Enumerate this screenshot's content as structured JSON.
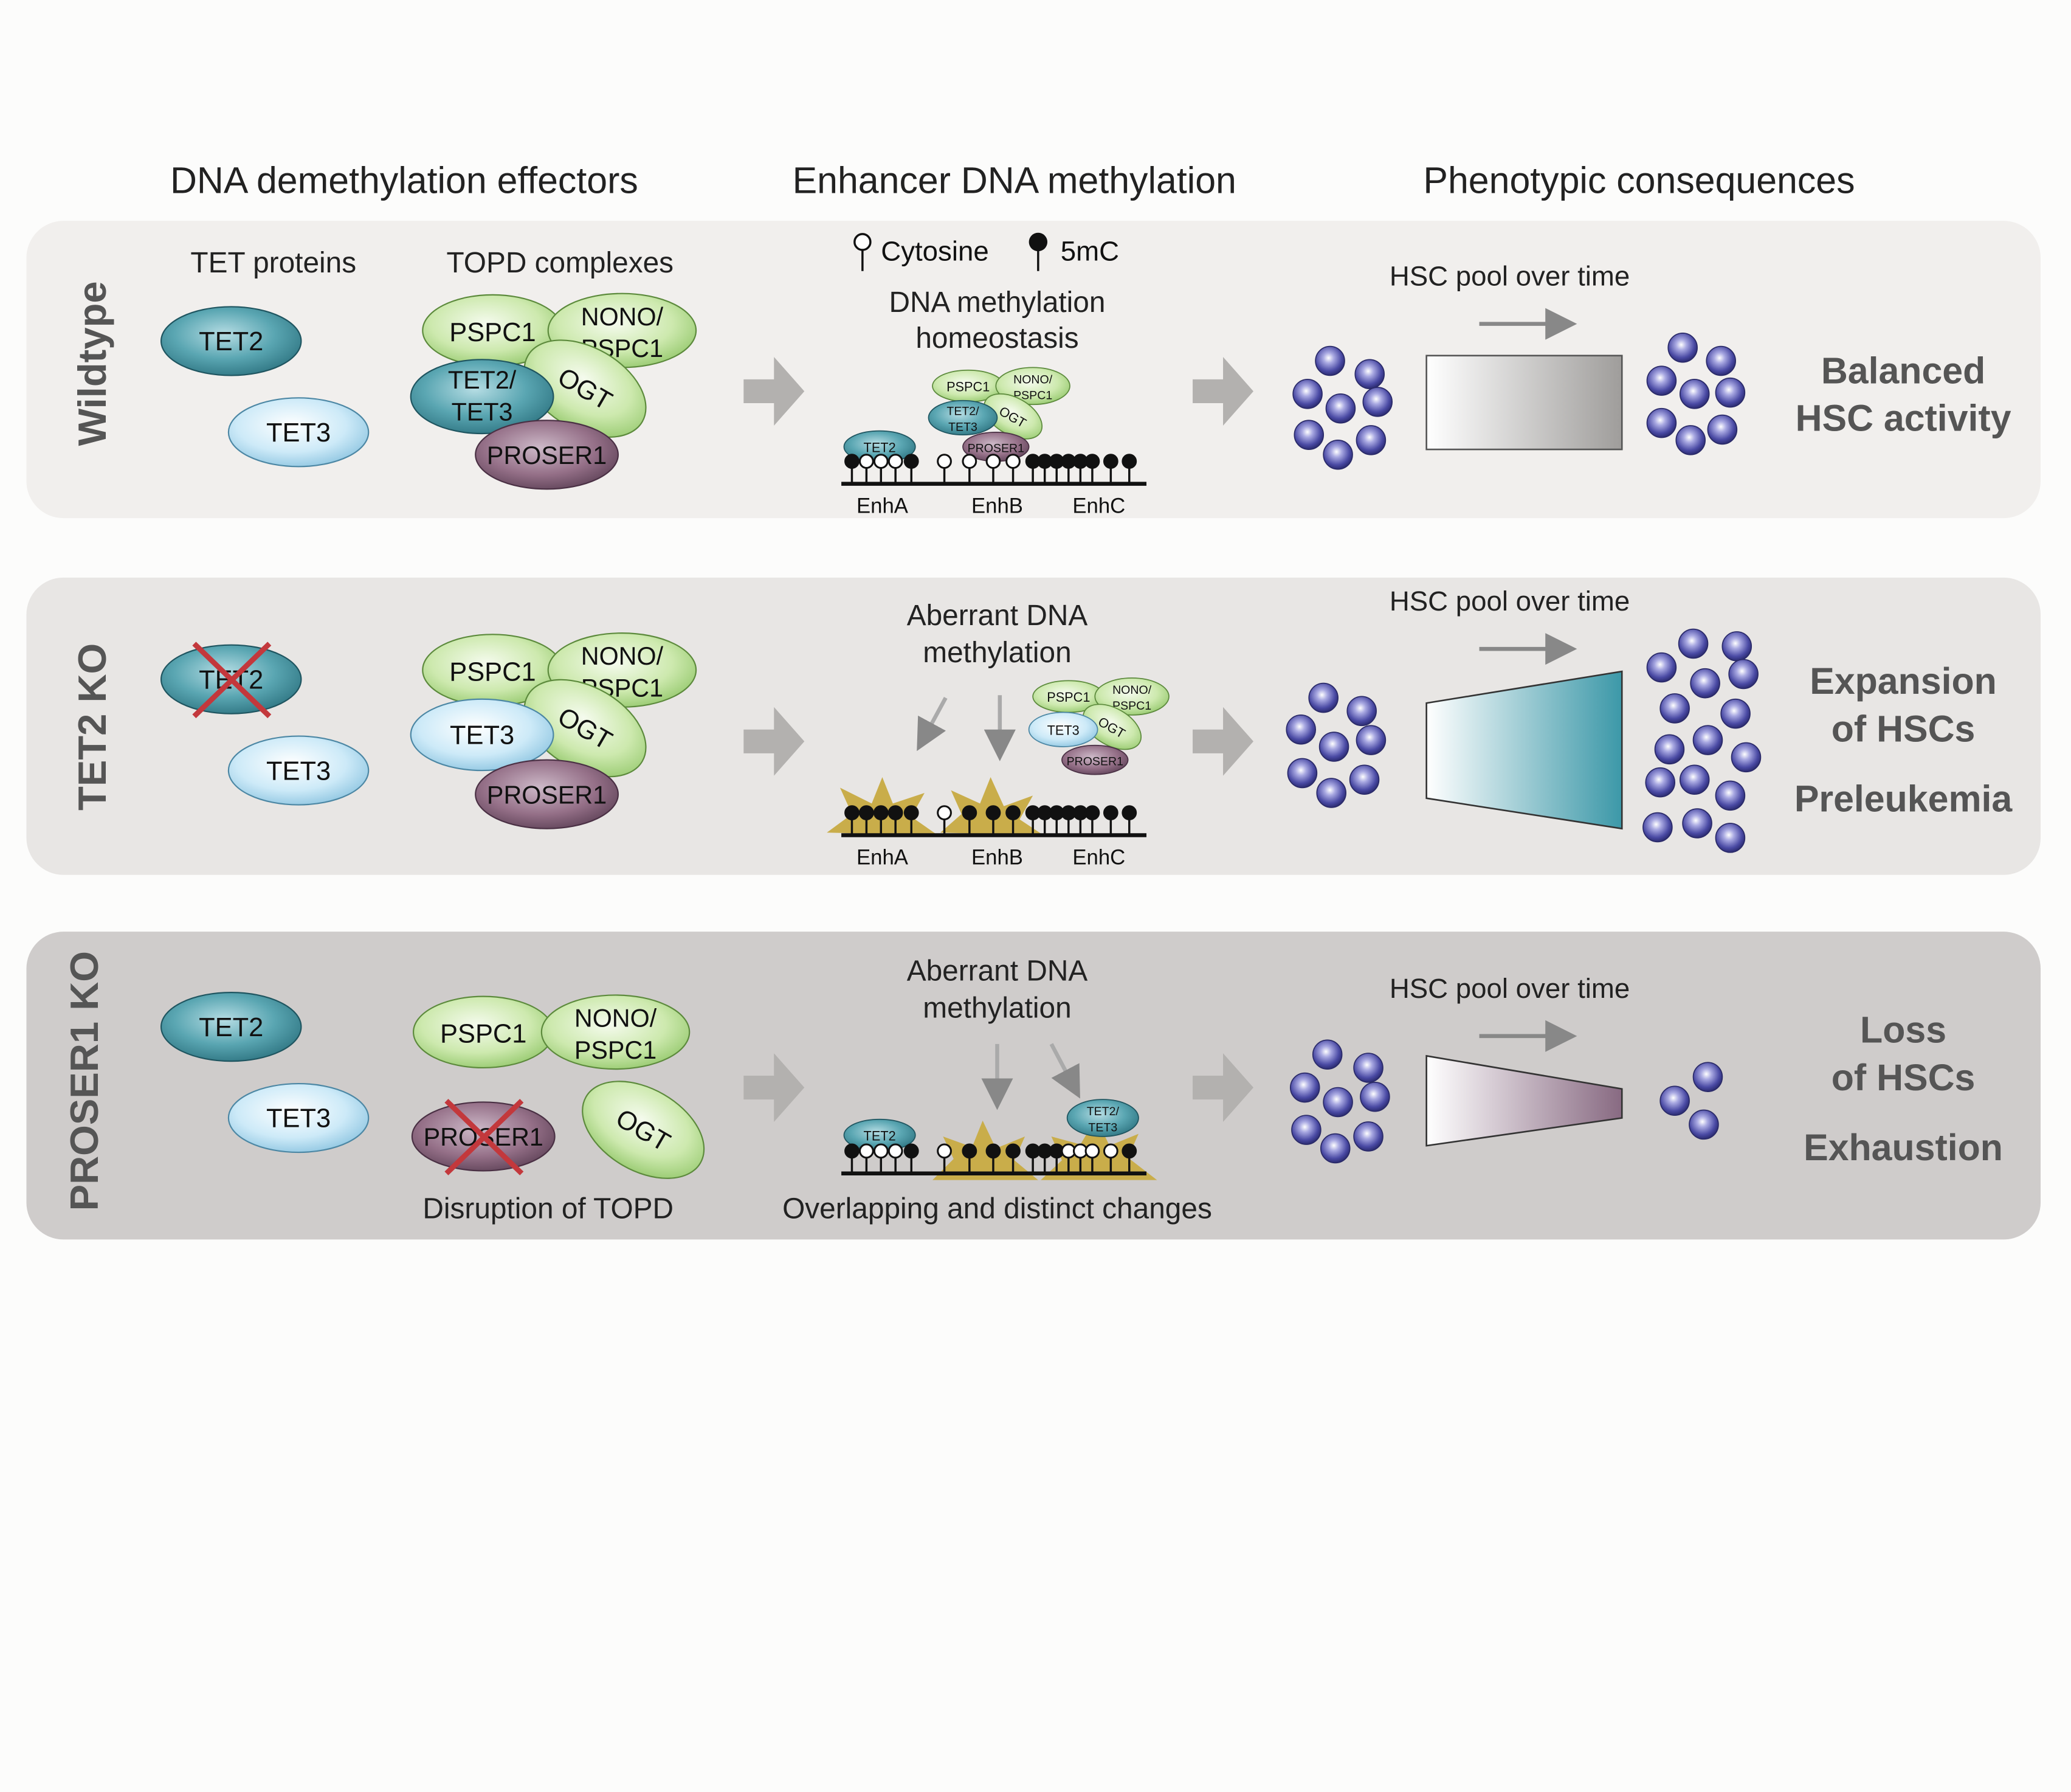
{
  "columns": {
    "effectors": "DNA demethylation effectors",
    "enhancer": "Enhancer DNA methylation",
    "phenotype": "Phenotypic consequences"
  },
  "legend": {
    "cytosine": "Cytosine",
    "mc": "5mC"
  },
  "subheaders": {
    "tet": "TET proteins",
    "topd": "TOPD complexes"
  },
  "labels": {
    "tet2": "TET2",
    "tet3": "TET3",
    "tet2_top": "TET2/",
    "tet3_bottom": "TET3",
    "pspc1": "PSPC1",
    "nono_top": "NONO/",
    "nono_bottom": "PSPC1",
    "ogt": "OGT",
    "proser1": "PROSER1",
    "enh_a": "EnhA",
    "enh_b": "EnhB",
    "enh_c": "EnhC",
    "hsc_pool": "HSC pool over time"
  },
  "rows": [
    {
      "id": "wildtype",
      "label": "Wildtype",
      "center_text": [
        "DNA methylation",
        "homeostasis"
      ],
      "outcome": [
        "Balanced",
        "HSC activity"
      ],
      "outcome2": ""
    },
    {
      "id": "tet2ko",
      "label": "TET2 KO",
      "center_text": [
        "Aberrant DNA",
        "methylation"
      ],
      "outcome": [
        "Expansion",
        "of HSCs"
      ],
      "outcome2": "Preleukemia"
    },
    {
      "id": "proser1ko",
      "label": "PROSER1 KO",
      "center_text": [
        "Aberrant DNA",
        "methylation"
      ],
      "outcome": [
        "Loss",
        "of HSCs"
      ],
      "outcome2": "Exhaustion",
      "topd_note": "Disruption of TOPD",
      "bottom_note": "Overlapping and distinct changes"
    }
  ],
  "colors": {
    "tet2": "#3d8f9c",
    "tet3": "#bfe3f4",
    "green": "#c4e5a4",
    "proser1": "#85627c",
    "cell": "#4a4a9c",
    "hotspot": "#c9ad4a",
    "wt_panel": "#f1efed",
    "tet2_panel": "#e8e6e4",
    "proser_panel": "#cfcccb",
    "cross": "#c3383c",
    "grey_text": "#555555"
  }
}
